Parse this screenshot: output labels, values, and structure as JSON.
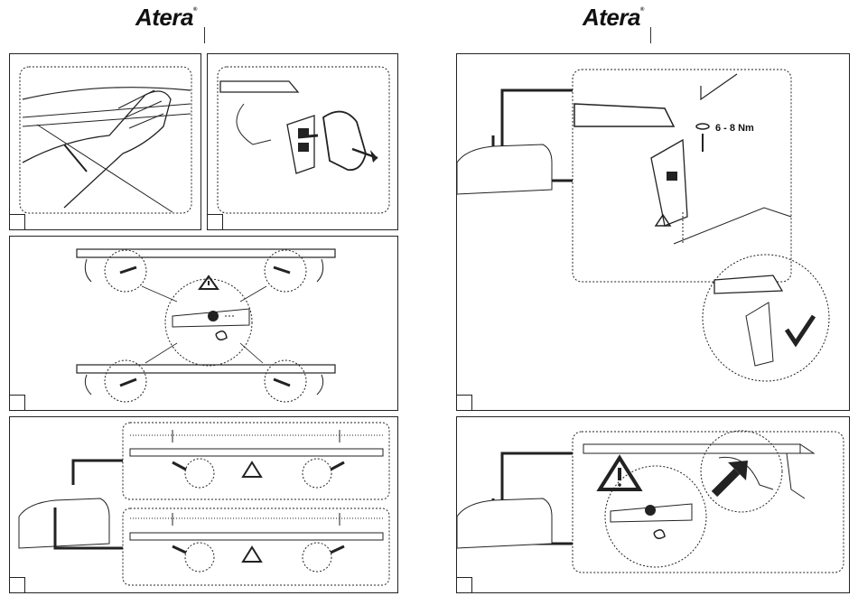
{
  "brand": {
    "logo_left": "Atera",
    "logo_right": "Atera",
    "trademark": "®"
  },
  "panels": {
    "p1": {
      "icon": "hand-on-roof-illustration"
    },
    "p2": {
      "icon": "remove-foot-cover-illustration"
    },
    "p3": {
      "icon": "bar-foot-positions-illustration",
      "warning_icon": "warning-triangle-icon"
    },
    "p4": {
      "icon": "bar-measure-illustration",
      "warning_icon": "warning-triangle-icon"
    },
    "p5": {
      "icon": "tighten-bolt-illustration",
      "torque_label": "6 - 8 Nm",
      "check_icon": "checkmark-icon"
    },
    "p6": {
      "icon": "final-check-illustration",
      "warning_icon": "warning-triangle-icon"
    }
  },
  "colors": {
    "line": "#111111",
    "background": "#ffffff"
  }
}
